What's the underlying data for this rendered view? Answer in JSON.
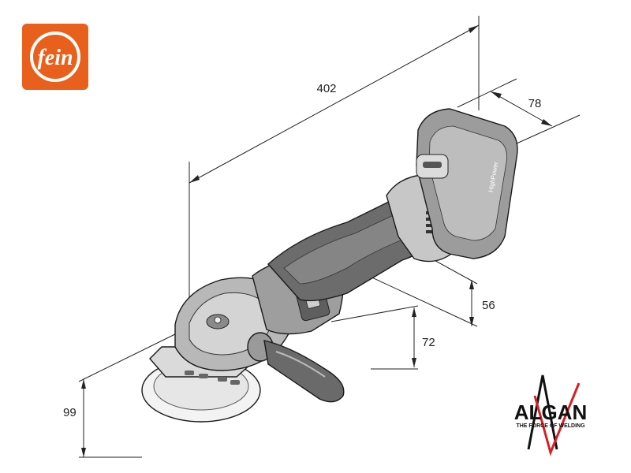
{
  "brand": {
    "fein_logo_text": "fein",
    "fein_color": "#e8601c",
    "algan_word": "ALGAN",
    "algan_tagline": "THE FORCE OF WELDING",
    "algan_accent": "#d61f26"
  },
  "product": {
    "battery_label": "HighPower"
  },
  "dimensions": {
    "length": "402",
    "battery_width": "78",
    "grip_height": "56",
    "body_height": "72",
    "total_height": "99"
  }
}
